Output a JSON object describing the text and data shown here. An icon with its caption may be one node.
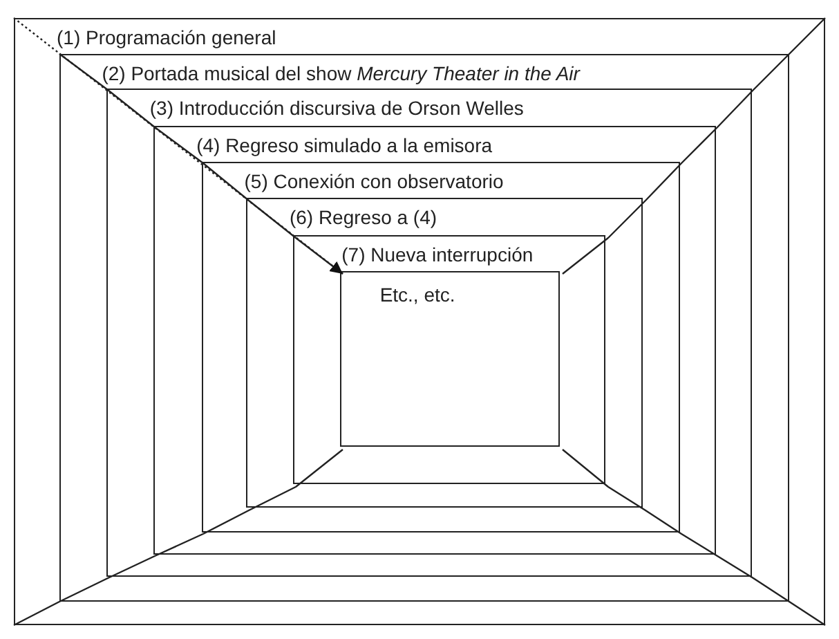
{
  "diagram": {
    "nodes": [
      {
        "text": [
          "(1) Programación general"
        ]
      },
      {
        "text": [
          "(2) Portada musical del show *Mercury Theater in the Air*"
        ],
        "in": 0
      },
      {
        "text": [
          "(3) Introducción discursiva de Orson Welles"
        ],
        "in": 1
      },
      {
        "text": [
          "(4) Regreso simulado a la emisora"
        ],
        "in": 2
      },
      {
        "text": [
          "(5) Conexión con observatorio"
        ],
        "in": 3
      },
      {
        "text": [
          "(6) Regreso a (4)"
        ],
        "in": 4
      },
      {
        "text": [
          "(7) Nueva interrupción"
        ],
        "in": 5
      },
      {
        "text": [
          "Etc., etc."
        ],
        "in": 6
      }
    ],
    "edges": [
      {
        "from": 0,
        "to": 7,
        "arrow": "to",
        "style": "dashed"
      }
    ]
  }
}
